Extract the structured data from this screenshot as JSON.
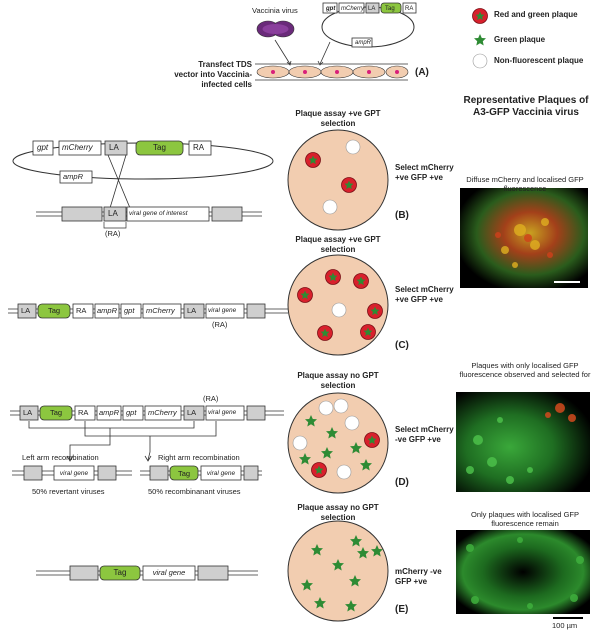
{
  "legend": {
    "red_green": "Red and green plaque",
    "green": "Green plaque",
    "non_fluorescent": "Non-fluorescent plaque"
  },
  "colors": {
    "dish": "#f2cdb0",
    "red_plaque": "#d8202c",
    "green_plaque": "#2e8b34",
    "tag_green": "#8cc63f",
    "gene_box": "#cfcfcf"
  },
  "top": {
    "virus_label": "Vaccinia virus",
    "transfect_label": "Transfect TDS vector into Vaccinia-infected cells",
    "plasmid_boxes": [
      "gpt",
      "mCherry",
      "LA",
      "Tag",
      "RA"
    ],
    "amp_label": "ampR",
    "panel": "(A)"
  },
  "right_title": "Representative Plaques of A3-GFP Vaccinia virus",
  "B": {
    "assay_title": "Plaque assay +ve GPT selection",
    "select_label": "Select mCherry +ve GFP +ve",
    "panel": "(B)",
    "plasmid": [
      "gpt",
      "mCherry",
      "LA",
      "Tag",
      "RA"
    ],
    "amp": "ampR",
    "genome_la": "LA",
    "genome_gene": "viral gene of interest",
    "ra_note": "(RA)",
    "micro_caption": "Diffuse mCherry and localised GFP fluorescence"
  },
  "C": {
    "assay_title": "Plaque assay +ve GPT selection",
    "select_label": "Select mCherry +ve GFP +ve",
    "panel": "(C)",
    "construct": [
      "LA",
      "Tag",
      "RA",
      "ampR",
      "gpt",
      "mCherry",
      "LA",
      "viral gene"
    ],
    "ra_note": "(RA)"
  },
  "D": {
    "assay_title": "Plaque assay no GPT selection",
    "select_label": "Select mCherry -ve GFP +ve",
    "panel": "(D)",
    "construct": [
      "LA",
      "Tag",
      "RA",
      "ampR",
      "gpt",
      "mCherry",
      "LA",
      "viral gene"
    ],
    "ra_note": "(RA)",
    "left_rec": "Left arm recombination",
    "right_rec": "Right arm recombination",
    "left_product": "viral gene",
    "right_tag": "Tag",
    "right_gene": "viral gene",
    "left_result": "50% revertant viruses",
    "right_result": "50% recombinanant viruses",
    "micro_caption": "Plaques with only localised GFP fluorescence observed and selected for"
  },
  "E": {
    "assay_title": "Plaque assay no GPT selection",
    "select_label": "mCherry -ve GFP +ve",
    "panel": "(E)",
    "tag": "Tag",
    "gene": "viral gene",
    "micro_caption": "Only plaques with localised GFP fluorescence remain",
    "scale_label": "100 µm"
  }
}
